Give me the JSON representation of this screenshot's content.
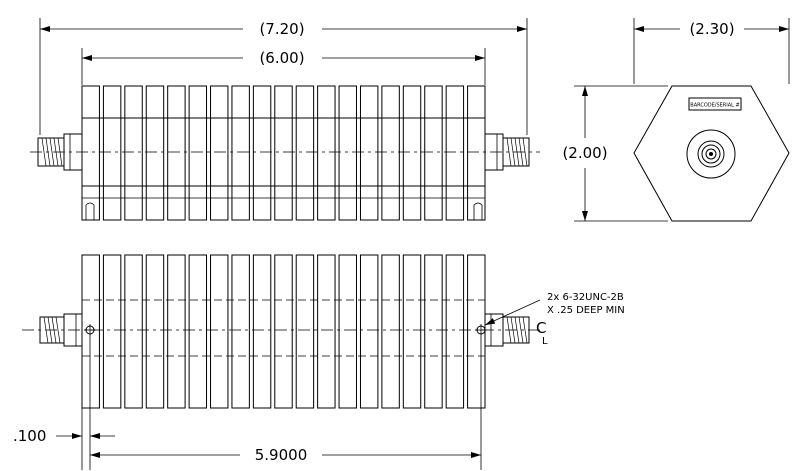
{
  "top_view": {
    "overall_length": "(7.20)",
    "fin_length": "(6.00)"
  },
  "end_view": {
    "width": "(2.30)",
    "height": "(2.00)",
    "label": "BARCODE/SERIAL #"
  },
  "bottom_view": {
    "hole_note_line1": "2x  6-32UNC-2B",
    "hole_note_line2": "X .25 DEEP MIN",
    "offset_dim": ".100",
    "hole_spacing": "5.9000",
    "centerline_symbol": "C",
    "centerline_symbol_sub": "L"
  }
}
